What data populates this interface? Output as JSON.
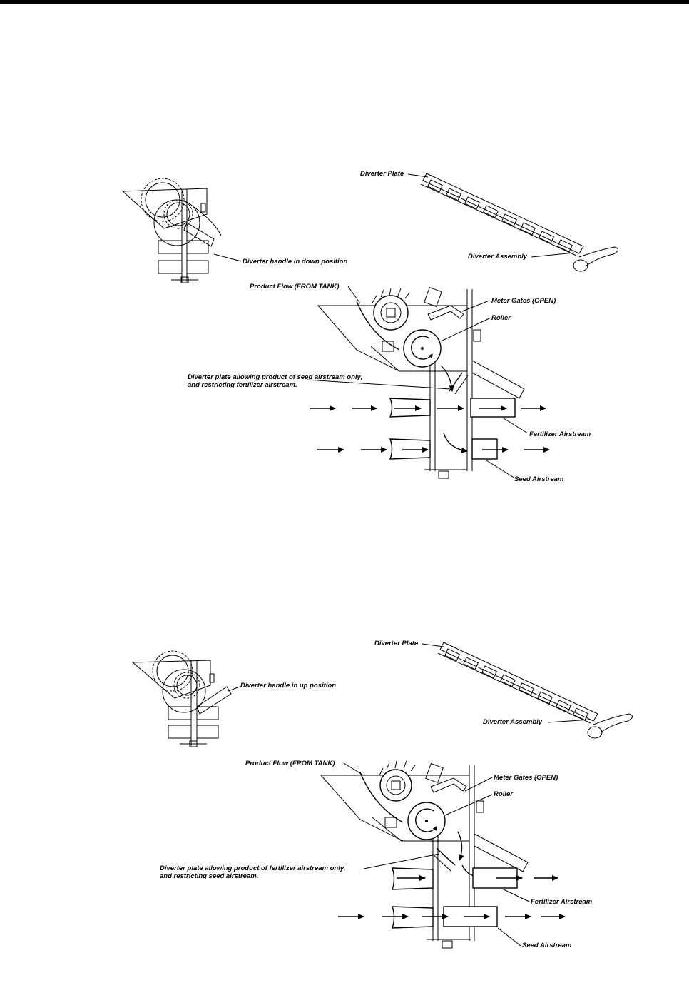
{
  "diagrams": [
    {
      "labels": {
        "diverter_plate": "Diverter Plate",
        "diverter_assembly": "Diverter Assembly",
        "handle": "Diverter handle in down position",
        "product_flow": "Product Flow (FROM TANK)",
        "meter_gates": "Meter Gates (OPEN)",
        "roller": "Roller",
        "note_line1": "Diverter plate allowing product of seed airstream only,",
        "note_line2": "and restricting fertilizer airstream.",
        "fertilizer_airstream": "Fertilizer Airstream",
        "seed_airstream": "Seed Airstream"
      }
    },
    {
      "labels": {
        "diverter_plate": "Diverter Plate",
        "diverter_assembly": "Diverter Assembly",
        "handle": "Diverter handle in up position",
        "product_flow": "Product Flow (FROM TANK)",
        "meter_gates": "Meter Gates (OPEN)",
        "roller": "Roller",
        "note_line1": "Diverter plate allowing product of fertilizer airstream only,",
        "note_line2": "and restricting seed airstream.",
        "fertilizer_airstream": "Fertilizer Airstream",
        "seed_airstream": "Seed Airstream"
      }
    }
  ]
}
